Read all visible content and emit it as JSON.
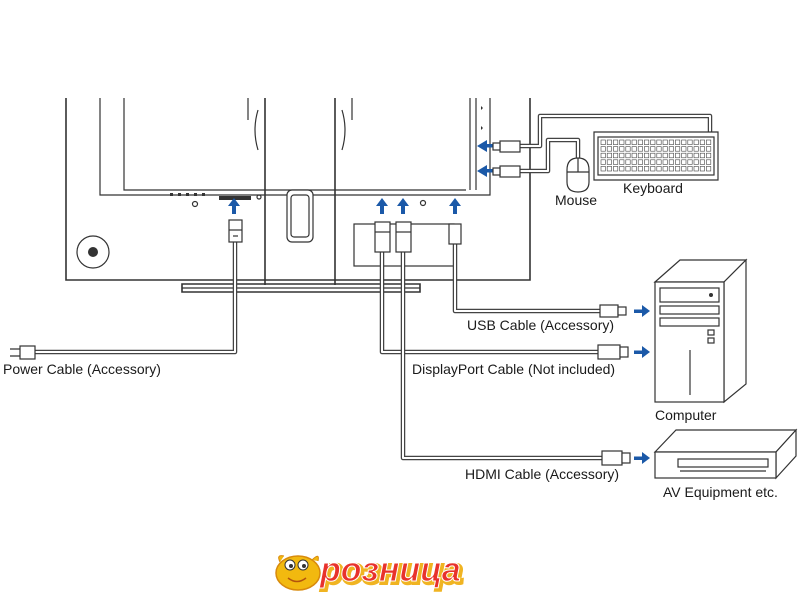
{
  "labels": {
    "keyboard": "Keyboard",
    "mouse": "Mouse",
    "power_cable": "Power Cable (Accessory)",
    "usb_cable": "USB Cable (Accessory)",
    "displayport_cable": "DisplayPort Cable (Not included)",
    "computer": "Computer",
    "hdmi_cable": "HDMI Cable (Accessory)",
    "av_equipment": "AV Equipment etc."
  },
  "logo": {
    "text": "розница",
    "colors": {
      "fill": "#e8322c",
      "outline": "#ffffff",
      "shadow": "#f0b422"
    }
  },
  "colors": {
    "arrow": "#1b59a8",
    "line": "#333333"
  }
}
